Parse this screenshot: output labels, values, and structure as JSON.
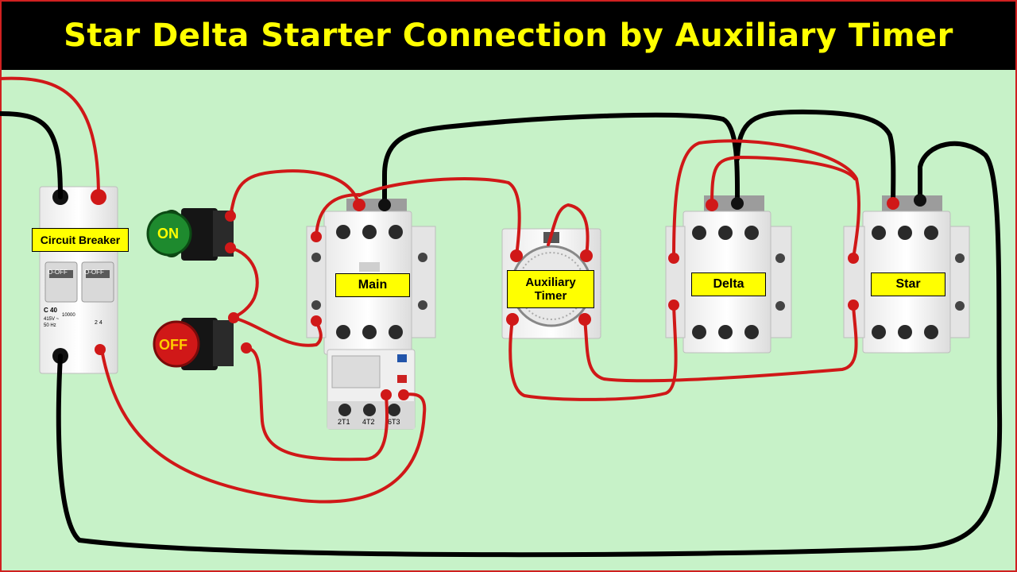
{
  "title": "Star Delta Starter Connection by Auxiliary Timer",
  "labels": {
    "circuit_breaker": "Circuit Breaker",
    "main": "Main",
    "auxiliary_timer": "Auxiliary\nTimer",
    "delta": "Delta",
    "star": "Star",
    "on": "ON",
    "off": "OFF"
  },
  "breaker_text": {
    "off_1": "O-OFF",
    "off_2": "O-OFF",
    "rating": "C 40",
    "spec": "415V ~",
    "freq": "50 Hz",
    "code": "10000",
    "terminals": "2    4"
  },
  "overload_terminals": [
    "2T1",
    "4T2",
    "6T3"
  ],
  "colors": {
    "background": "#c7f2c8",
    "title_bar": "#000000",
    "title_text": "#ffff00",
    "live_wire": "#d01818",
    "neutral_wire": "#000000",
    "label_fill": "#ffff00",
    "on_button": "#1e8a2e",
    "off_button": "#d01818"
  }
}
